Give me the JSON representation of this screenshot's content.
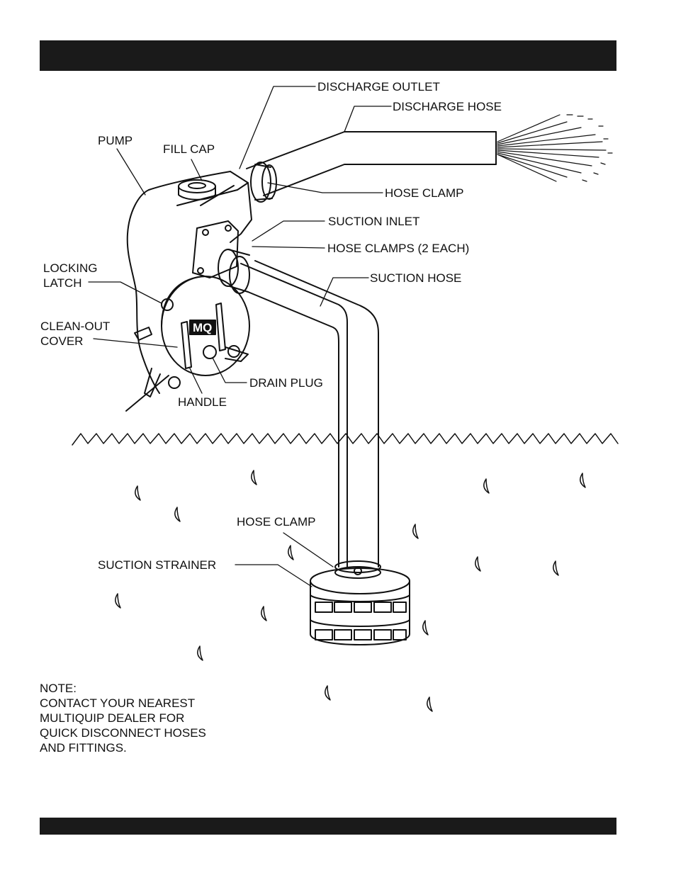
{
  "labels": {
    "discharge_outlet": "DISCHARGE OUTLET",
    "discharge_hose": "DISCHARGE HOSE",
    "pump": "PUMP",
    "fill_cap": "FILL CAP",
    "hose_clamp_top": "HOSE CLAMP",
    "suction_inlet": "SUCTION INLET",
    "hose_clamps_2": "HOSE CLAMPS (2 EACH)",
    "suction_hose": "SUCTION HOSE",
    "locking_latch_1": "LOCKING",
    "locking_latch_2": "LATCH",
    "clean_out_1": "CLEAN-OUT",
    "clean_out_2": "COVER",
    "drain_plug": "DRAIN PLUG",
    "handle": "HANDLE",
    "hose_clamp_bottom": "HOSE CLAMP",
    "suction_strainer": "SUCTION STRAINER",
    "logo": "MQ"
  },
  "note": {
    "title": "NOTE:",
    "lines": [
      "CONTACT YOUR NEAREST",
      "MULTIQUIP DEALER FOR",
      "QUICK DISCONNECT HOSES",
      "AND FITTINGS."
    ]
  }
}
